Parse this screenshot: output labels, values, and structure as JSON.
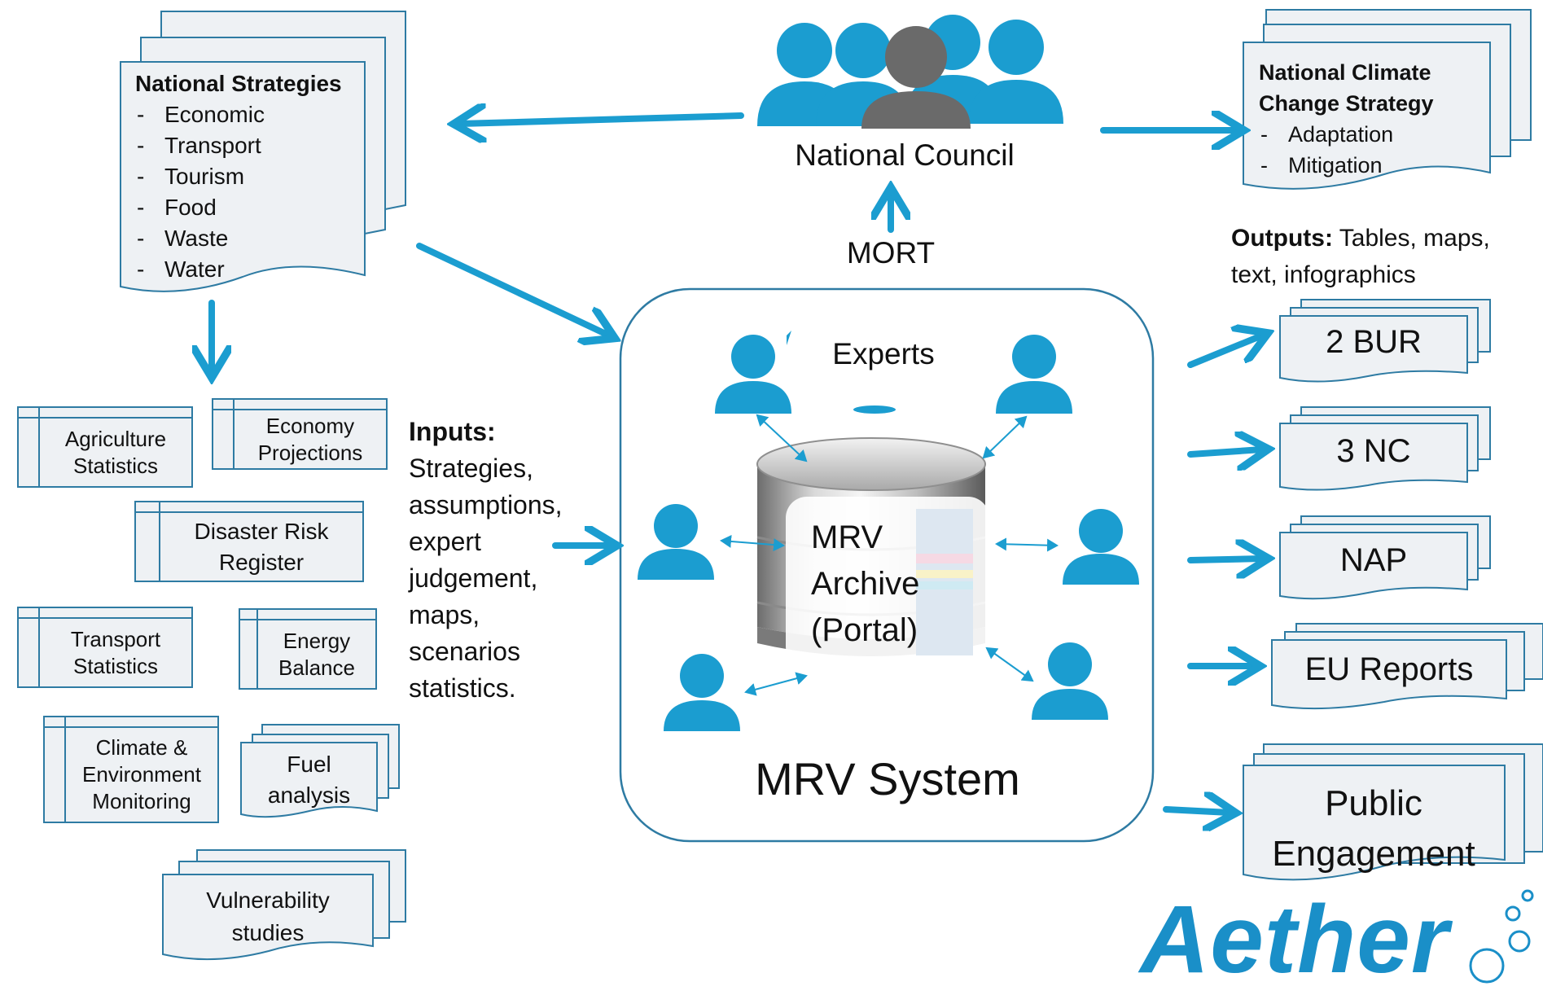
{
  "colors": {
    "accent": "#1b9dd0",
    "person_gray": "#6a6a6a",
    "box_fill": "#eef1f4",
    "box_stroke": "#2e7ba3",
    "brand": "#1a8fc8"
  },
  "national_strategies": {
    "title": "National Strategies",
    "items": [
      "Economic",
      "Transport",
      "Tourism",
      "Food",
      "Waste",
      "Water"
    ]
  },
  "national_council": {
    "label": "National Council"
  },
  "mort": {
    "label": "MORT"
  },
  "climate_strategy": {
    "title_line1": "National Climate",
    "title_line2": "Change Strategy",
    "items": [
      "Adaptation",
      "Mitigation"
    ]
  },
  "outputs": {
    "heading": "Outputs:",
    "text_line1": " Tables, maps,",
    "text_line2": "text, infographics"
  },
  "inputs": {
    "heading": "Inputs:",
    "lines": [
      "Strategies,",
      "assumptions,",
      "expert",
      "judgement,",
      "maps,",
      "scenarios",
      "statistics."
    ]
  },
  "sources": {
    "agriculture": [
      "Agriculture",
      "Statistics"
    ],
    "economy": [
      "Economy",
      "Projections"
    ],
    "disaster": [
      "Disaster Risk",
      "Register"
    ],
    "transport": [
      "Transport",
      "Statistics"
    ],
    "energy": [
      "Energy",
      "Balance"
    ],
    "climate": [
      "Climate &",
      "Environment",
      "Monitoring"
    ],
    "fuel": [
      "Fuel",
      "analysis"
    ],
    "vulnerability": [
      "Vulnerability",
      "studies"
    ]
  },
  "mrv": {
    "experts": "Experts",
    "archive_lines": [
      "MRV",
      "Archive",
      "(Portal)"
    ],
    "system": "MRV System"
  },
  "reports": {
    "bur": "2 BUR",
    "nc": "3 NC",
    "nap": "NAP",
    "eu": "EU Reports",
    "public_line1": "Public",
    "public_line2": "Engagement"
  },
  "brand": {
    "name": "Aether"
  }
}
